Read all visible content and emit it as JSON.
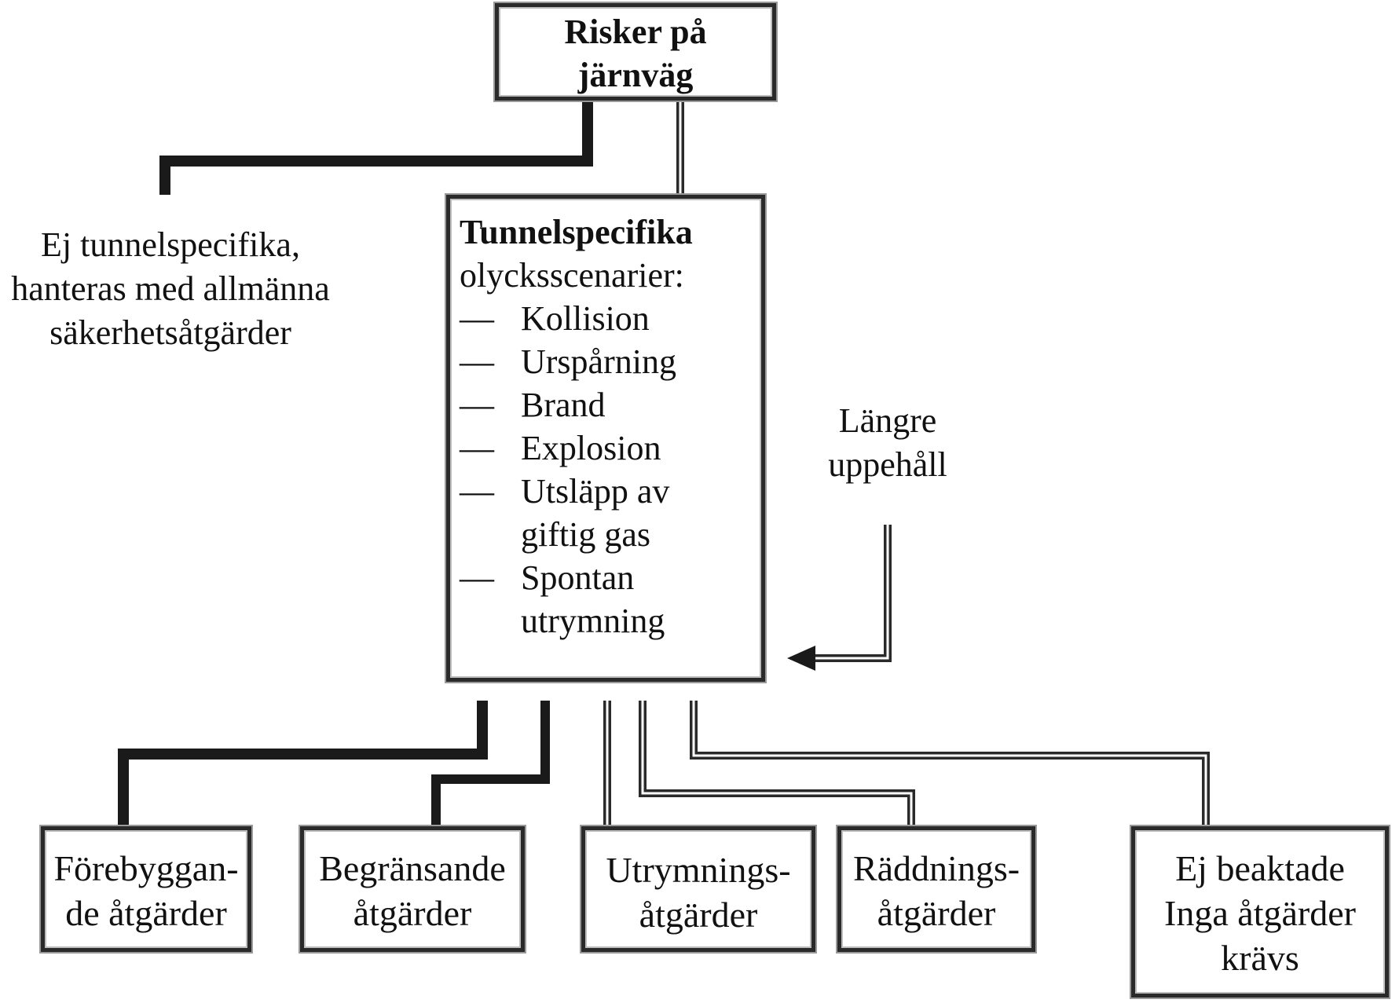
{
  "root": {
    "title_lines": [
      "Risker på",
      "järnväg"
    ]
  },
  "left_note": {
    "lines": [
      "Ej tunnelspecifika,",
      "hanteras med allmänna",
      "säkerhetsåtgärder"
    ]
  },
  "center": {
    "heading": "Tunnelspecifika",
    "subheading": "olycksscenarier:",
    "dash": "—",
    "items": [
      {
        "lines": [
          "Kollision"
        ]
      },
      {
        "lines": [
          "Urspårning"
        ]
      },
      {
        "lines": [
          "Brand"
        ]
      },
      {
        "lines": [
          "Explosion"
        ]
      },
      {
        "lines": [
          "Utsläpp av",
          "giftig gas"
        ]
      },
      {
        "lines": [
          "Spontan",
          "utrymning"
        ]
      }
    ]
  },
  "side_note": {
    "lines": [
      "Längre",
      "uppehåll"
    ]
  },
  "outcomes": [
    {
      "lines": [
        "Förebyggan-",
        "de åtgärder"
      ]
    },
    {
      "lines": [
        "Begränsande",
        "åtgärder"
      ]
    },
    {
      "lines": [
        "Utrymnings-",
        "åtgärder"
      ]
    },
    {
      "lines": [
        "Räddnings-",
        "åtgärder"
      ]
    },
    {
      "lines": [
        "Ej beaktade",
        "Inga åtgärder",
        "krävs"
      ]
    }
  ],
  "colors": {
    "thick_line": "#1a1a1a",
    "double_line": "#2a2a2a",
    "box_border": "#2a2a2a"
  }
}
